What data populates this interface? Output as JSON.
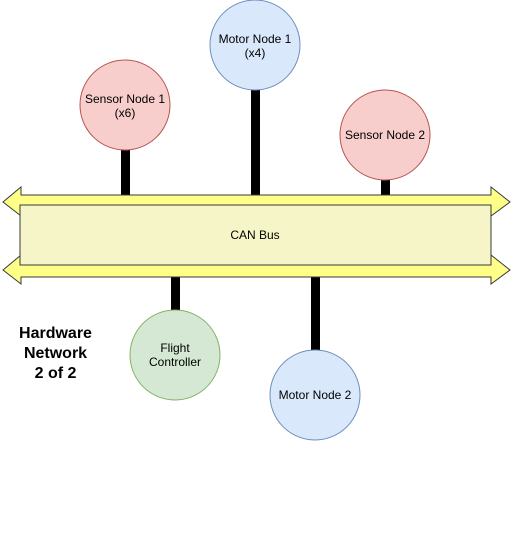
{
  "bus": {
    "label": "CAN Bus",
    "fill": "#f5f5c8",
    "arrow_fill": "#ffff88",
    "stroke": "#36393d"
  },
  "nodes": {
    "sensor_node_1": {
      "line1": "Sensor Node 1",
      "line2": "(x6)",
      "fill": "#f8cecc",
      "stroke": "#b85450"
    },
    "motor_node_1": {
      "line1": "Motor Node 1",
      "line2": "(x4)",
      "fill": "#dae8fc",
      "stroke": "#6c8ebf"
    },
    "sensor_node_2": {
      "line1": "Sensor Node 2",
      "fill": "#f8cecc",
      "stroke": "#b85450"
    },
    "flight_controller": {
      "line1": "Flight",
      "line2": "Controller",
      "fill": "#d5e8d4",
      "stroke": "#82b366"
    },
    "motor_node_2": {
      "line1": "Motor Node 2",
      "fill": "#dae8fc",
      "stroke": "#6c8ebf"
    }
  },
  "title": {
    "line1": "Hardware",
    "line2": "Network",
    "line3": "2 of 2"
  }
}
